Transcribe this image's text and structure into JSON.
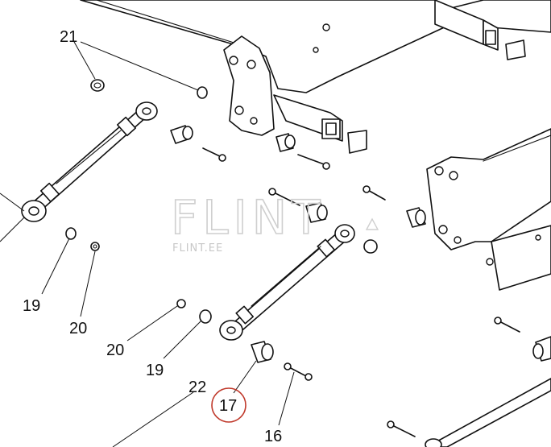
{
  "watermark": {
    "logo_text": "FLINT",
    "site": "FLINT.EE"
  },
  "callouts": [
    {
      "id": "c21",
      "label": "21"
    },
    {
      "id": "c19a",
      "label": "19"
    },
    {
      "id": "c20a",
      "label": "20"
    },
    {
      "id": "c20b",
      "label": "20"
    },
    {
      "id": "c19b",
      "label": "19"
    },
    {
      "id": "c22",
      "label": "22"
    },
    {
      "id": "c17",
      "label": "17",
      "highlighted": true
    },
    {
      "id": "c16",
      "label": "16"
    }
  ],
  "colors": {
    "line": "#111111",
    "highlight": "#c0392b",
    "watermark": "#cfcfcf"
  }
}
